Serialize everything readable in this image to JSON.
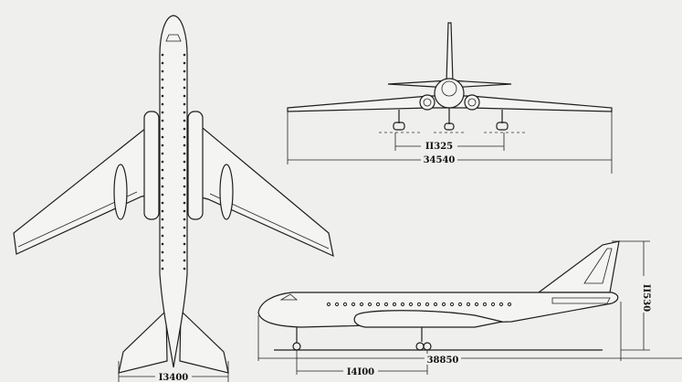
{
  "drawing": {
    "front_view": {
      "inner_gear_track": "II325",
      "wingspan": "34540"
    },
    "top_view": {
      "tailplane_span": "I3400"
    },
    "side_view": {
      "wheelbase": "I4I00",
      "length": "38850",
      "height": "II530"
    }
  }
}
